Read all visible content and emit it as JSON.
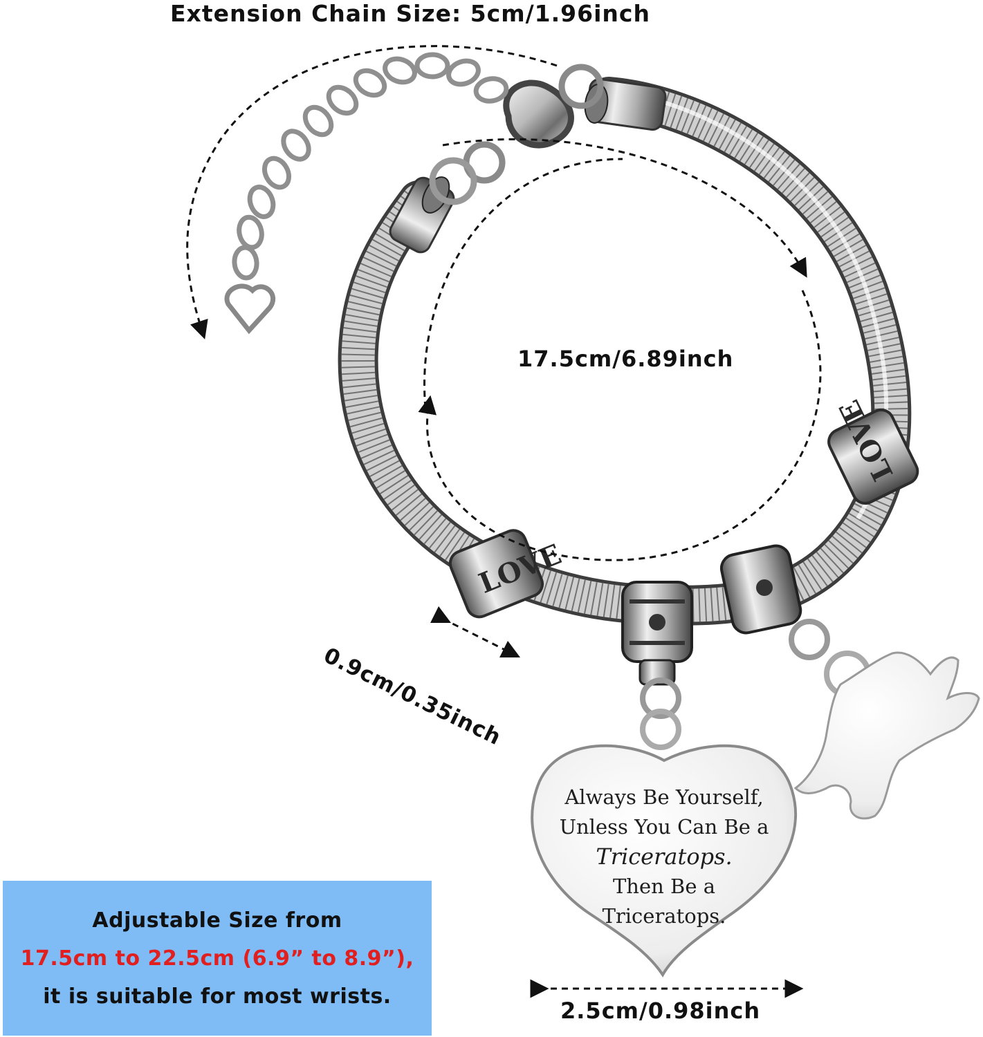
{
  "dimensions": {
    "extension_chain": "Extension Chain Size: 5cm/1.96inch",
    "inner_circumference": "17.5cm/6.89inch",
    "bead_width": "0.9cm/0.35inch",
    "heart_width": "2.5cm/0.98inch"
  },
  "info_box": {
    "line1": "Adjustable Size from",
    "line2": "17.5cm to 22.5cm (6.9” to 8.9”),",
    "line3": "it is suitable for most wrists.",
    "background_color": "#7fbcf6",
    "highlight_color": "#e11f1f"
  },
  "heart_charm": {
    "line1": "Always Be Yourself,",
    "line2": "Unless You Can Be a",
    "line3": "Triceratops.",
    "line4": "Then Be a",
    "line5": "Triceratops."
  },
  "bead_text": "LOVE"
}
